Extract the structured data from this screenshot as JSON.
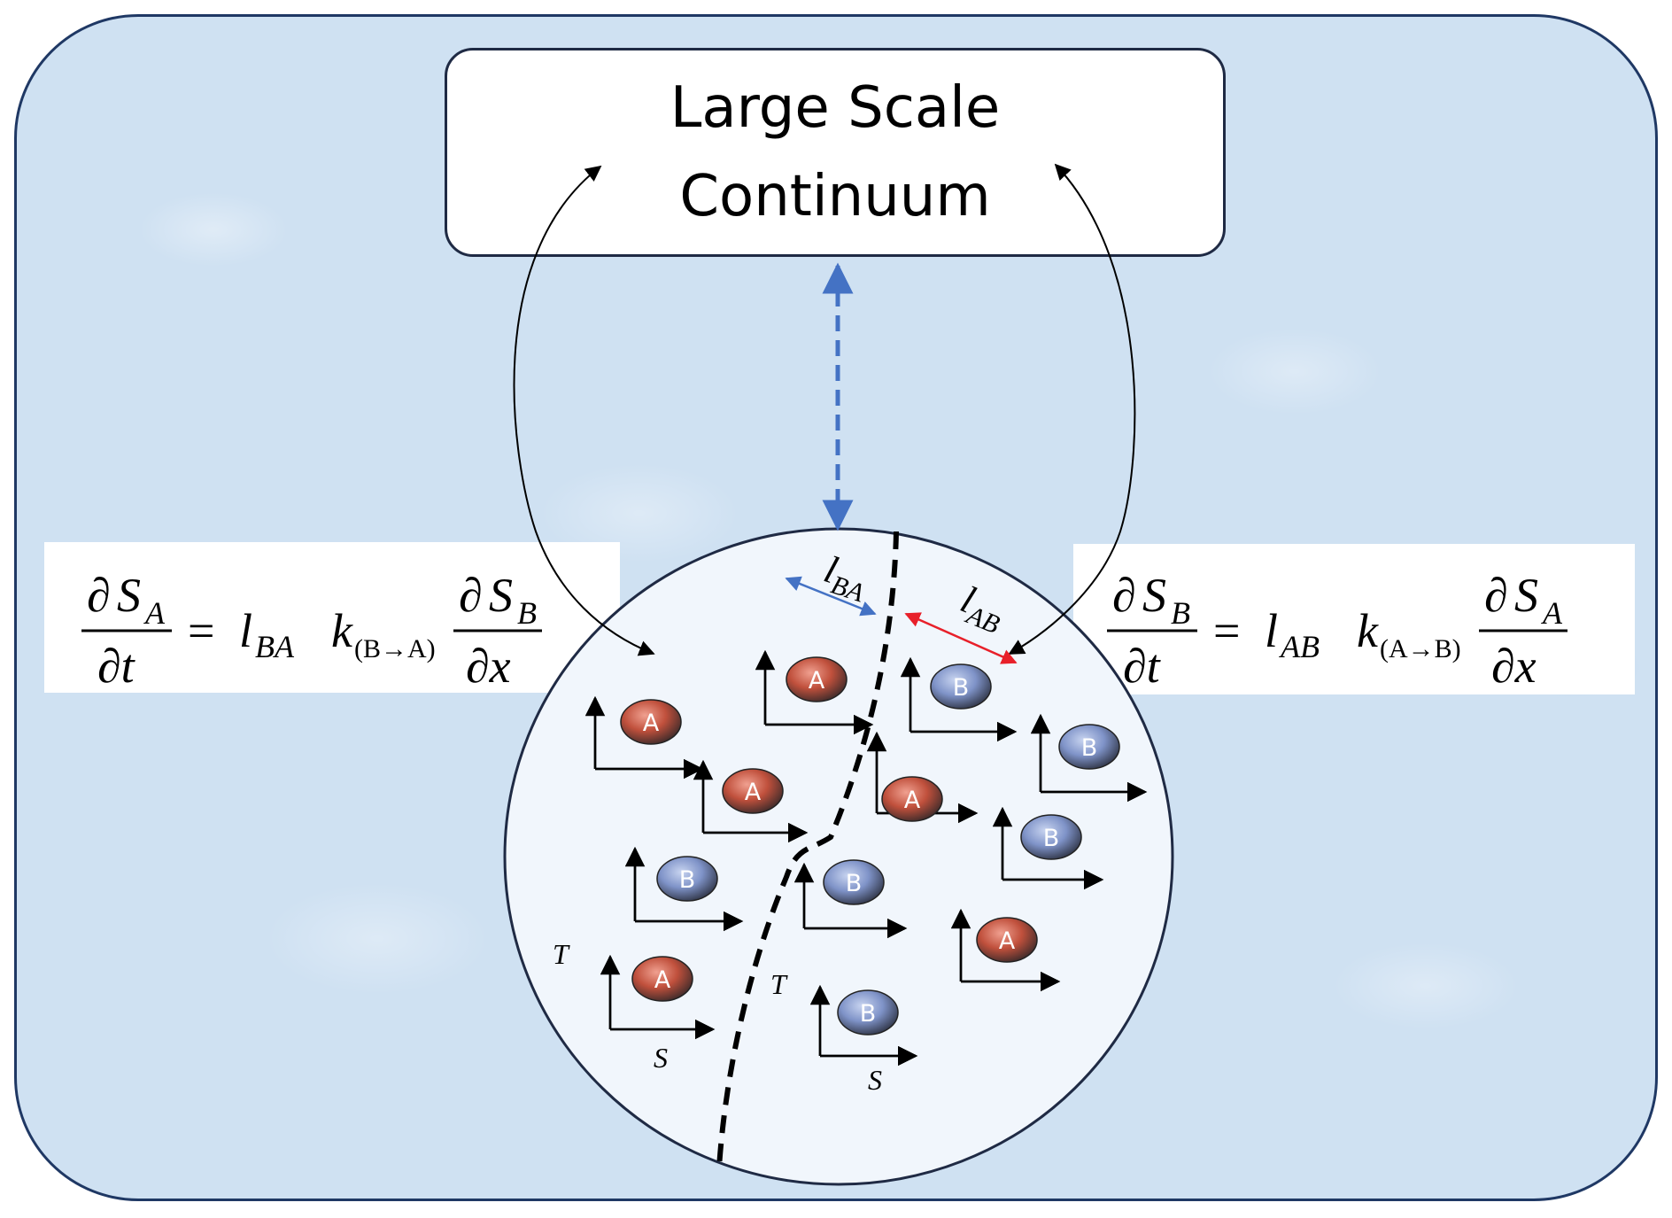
{
  "title": {
    "line1": "Large Scale",
    "line2": "Continuum"
  },
  "equation_left": {
    "lhs_num_partial": "∂",
    "lhs_num_var": "S",
    "lhs_num_sub": "A",
    "lhs_den": "∂t",
    "equals": "=",
    "coef_l": "l",
    "coef_l_sub": "BA",
    "coef_k": "k",
    "coef_k_sub": "(B→A)",
    "rhs_num_partial": "∂",
    "rhs_num_var": "S",
    "rhs_num_sub": "B",
    "rhs_den": "∂x"
  },
  "equation_right": {
    "lhs_num_partial": "∂",
    "lhs_num_var": "S",
    "lhs_num_sub": "B",
    "lhs_den": "∂t",
    "equals": "=",
    "coef_l": "l",
    "coef_l_sub": "AB",
    "coef_k": "k",
    "coef_k_sub": "(A→B)",
    "rhs_num_partial": "∂",
    "rhs_num_var": "S",
    "rhs_num_sub": "A",
    "rhs_den": "∂x"
  },
  "length_labels": {
    "lba_l": "l",
    "lba_sub": "BA",
    "lab_l": "l",
    "lab_sub": "AB"
  },
  "axis_labels": {
    "t1": "T",
    "s1": "S",
    "t2": "T",
    "s2": "S"
  },
  "particles": {
    "a": "A",
    "b": "B"
  },
  "colors": {
    "panel_border": "#1f3864",
    "particle_a": "#c0503c",
    "particle_b": "#7f93c8",
    "lba_arrow": "#4472c4",
    "lab_arrow": "#e8202a",
    "dashed_link": "#4472c4"
  }
}
